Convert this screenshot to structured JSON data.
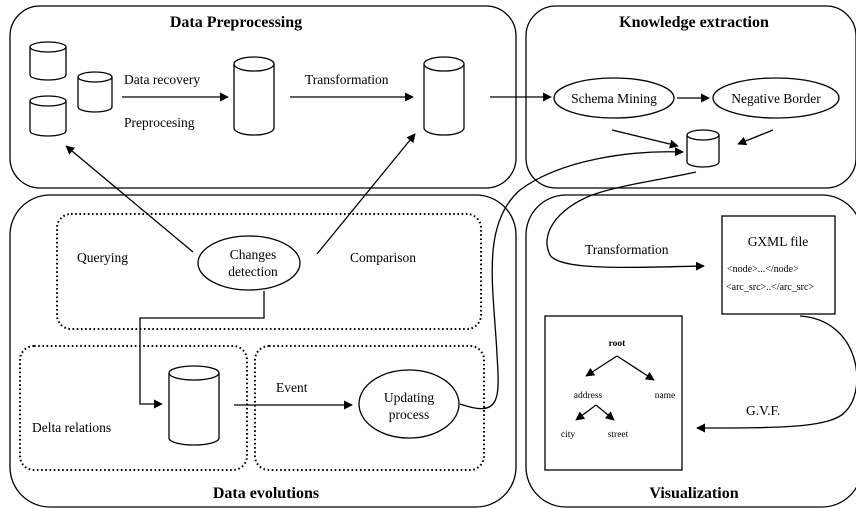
{
  "panels": {
    "preprocessing_title": "Data Preprocessing",
    "knowledge_title": "Knowledge extraction",
    "evolutions_title": "Data evolutions",
    "visualization_title": "Visualization"
  },
  "labels": {
    "data_recovery": "Data recovery",
    "preprocesing": "Preprocesing",
    "transformation_top": "Transformation",
    "schema_mining": "Schema Mining",
    "negative_border": "Negative Border",
    "querying": "Querying",
    "changes_line1": "Changes",
    "changes_line2": "detection",
    "comparison": "Comparison",
    "delta_relations": "Delta relations",
    "event": "Event",
    "updating_line1": "Updating",
    "updating_line2": "process",
    "transformation_vis": "Transformation",
    "gxml_title": "GXML file",
    "gxml_line1": "<node>...</node>",
    "gxml_line2": "<arc_src>..</arc_src>",
    "gvf": "G.V.F."
  },
  "tree": {
    "root": "root",
    "address": "address",
    "name": "name",
    "city": "city",
    "street": "street"
  }
}
